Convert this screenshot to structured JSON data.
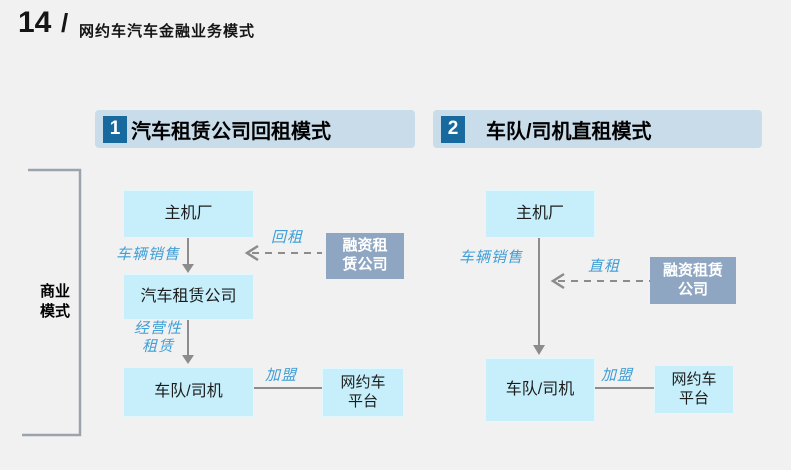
{
  "header": {
    "page_number": "14",
    "separator": "/",
    "title": "网约车汽车金融业务模式"
  },
  "side_bracket_label": {
    "lines": [
      "商业",
      "模式"
    ]
  },
  "sections": [
    {
      "badge": "1",
      "title": "汽车租赁公司回租模式",
      "nodes": {
        "oem": "主机厂",
        "leasing_company": "汽车租赁公司",
        "fleet_driver": "车队/司机",
        "platform_lines": [
          "网约车",
          "平台"
        ],
        "finance_lines": [
          "融资租",
          "赁公司"
        ]
      },
      "edges": {
        "vehicle_sales": "车辆销售",
        "leaseback": "回租",
        "operating_lease_lines": [
          "经营性",
          "租赁"
        ],
        "join": "加盟"
      }
    },
    {
      "badge": "2",
      "title": "车队/司机直租模式",
      "nodes": {
        "oem": "主机厂",
        "fleet_driver": "车队/司机",
        "platform_lines": [
          "网约车",
          "平台"
        ],
        "finance_lines": [
          "融资租赁",
          "公司"
        ]
      },
      "edges": {
        "vehicle_sales": "车辆销售",
        "direct_lease": "直租",
        "join": "加盟"
      }
    }
  ],
  "colors": {
    "background": "#f1f1f2",
    "section_band": "#c9dcea",
    "badge": "#17699e",
    "node_cyan": "#c6effb",
    "node_gray": "#8fa6c2",
    "edge_label_blue": "#3f9fd6",
    "connector_gray": "#8c8c8c"
  }
}
